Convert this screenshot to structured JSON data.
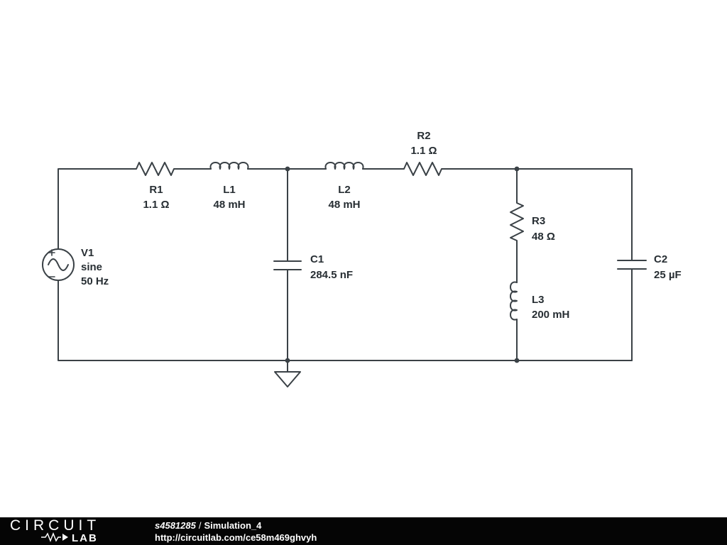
{
  "schematic": {
    "components": {
      "v1": {
        "name": "V1",
        "type": "sine",
        "freq": "50 Hz"
      },
      "r1": {
        "name": "R1",
        "value": "1.1 Ω"
      },
      "l1": {
        "name": "L1",
        "value": "48 mH"
      },
      "c1": {
        "name": "C1",
        "value": "284.5 nF"
      },
      "l2": {
        "name": "L2",
        "value": "48 mH"
      },
      "r2": {
        "name": "R2",
        "value": "1.1 Ω"
      },
      "r3": {
        "name": "R3",
        "value": "48 Ω"
      },
      "l3": {
        "name": "L3",
        "value": "200 mH"
      },
      "c2": {
        "name": "C2",
        "value": "25 µF"
      }
    },
    "style": {
      "line_color": "#3a4146",
      "background": "#ffffff"
    }
  },
  "footer": {
    "logo_top": "CIRCUIT",
    "logo_bottom": "LAB",
    "doc_id": "s4581285",
    "separator": "/",
    "title": "Simulation_4",
    "url": "http://circuitlab.com/ce58m469ghvyh",
    "bg_color": "#050505"
  }
}
